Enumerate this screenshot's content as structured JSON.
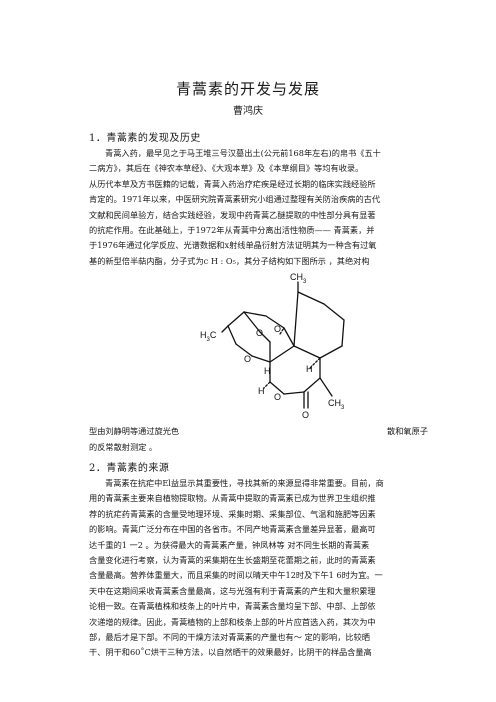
{
  "document": {
    "title": "青蒿素的开发与发展",
    "author": "曹鸿庆",
    "section1": {
      "heading": "1．青蒿素的发现及历史",
      "lines": [
        "青蒿入药，最早见之于马王堆三号汉墓出土(公元前168年左右)的帛书《五十",
        "二病方》，其后在《神农本草经》、《大观本草》及《本草纲目》等均有收录。",
        "从历代本草及方书医籍的记载，青蒿入药治疗疟疾是经过长期的临床实践经验所",
        "肯定的。1971年以来，中医研究院青蒿素研究小组通过整理有关防治疾病的古代",
        "文献和民间单验方，结合实践经验，发现中药青蒿乙醚提取的中性部分具有显著",
        "的抗疟作用。在此基础上，于1972年从青蒿中分离出活性物质—— 青蒿素，并",
        "于1976年通过化学反应、光谱数据和x射线单晶衍射方法证明其为一种含有过氧",
        "基的新型倍半萜内酯，分子式为c H : O₅，其分子结构如下图所示 ，其绝对构"
      ]
    },
    "figure": {
      "labels": {
        "methyl_top": "CH",
        "sub3": "3",
        "h3c": "H",
        "h3c_sub": "3",
        "h3c_c": "C",
        "o1": "O",
        "o2": "O",
        "o3": "O",
        "h_mid": "H",
        "h_low1": "H",
        "h_low2": "H",
        "o_ring": "O",
        "o_carbonyl": "O",
        "methyl_bottom": "CH",
        "sub3b": "3"
      }
    },
    "caption_left": "型由刘静明等通过旋光色",
    "caption_right": "散和氧原子",
    "caption_line2": "的反常散射测定 。",
    "section2": {
      "heading": "2．青蒿素的来源",
      "lines": [
        "青蒿素在抗疟中El益显示其重要性，寻找其新的来源显得非常重要。目前，商",
        "用的青蒿素主要来自植物提取物。从青蒿中提取的青蒿素已成为世界卫生组织推",
        "荐的抗疟药青蒿素的含量受地理环境、采集时期、采集部位、气温和施肥等因素",
        "的影响。青蒿广泛分布在中国的各省市。不同产地青蒿素含量差异显著，最高可",
        "达千重的1 一2 。为获得最大的青蒿素产量，钟凤林等 对不同生长期的青蒿素",
        "含量变化进行考察，认为青蒿的采集期在生长盛期至花蕾期之前，此时的青蒿素",
        "含量最高。营养体重量大，而且采集的时间以晴天中午12时及下午1 6时为宜。一",
        "天中在这期间采收青蒿素含量最高，这与光强有利于青蒿素的产生和大量积累理",
        "论相一致。在青蒿植株和枝条上的叶片中，青蒿素含量均呈下部、中部、上部依",
        "次递增的规律。因此，青蒿植物的上部和枝条上部的叶片应首选入药，其次为中",
        "部，最后才是下部。不同的干燥方法对青蒿素的产量也有～ 定的影响，比较晒",
        "干、阴干和60˚C烘干三种方法，以自然晒干的效果最好，比阴干的样品含量高"
      ]
    }
  }
}
